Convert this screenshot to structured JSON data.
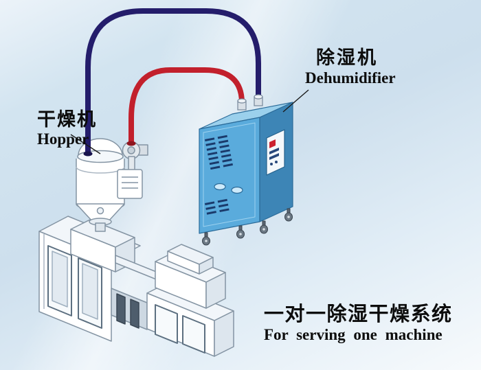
{
  "labels": {
    "hopper": {
      "cn": "干燥机",
      "en": "Hopper"
    },
    "dehumidifier": {
      "cn": "除湿机",
      "en": "Dehumidifier"
    },
    "caption": {
      "cn": "一对一除湿干燥系统",
      "en": "For serving one machine"
    }
  },
  "colors": {
    "pipe_red": "#c2202c",
    "pipe_navy": "#241d6b",
    "cabinet_front": "#5aabdc",
    "cabinet_side": "#3d85b6",
    "cabinet_top": "#9bd0ec",
    "louver": "#1a3a6b",
    "machine_line": "#8494a3",
    "text": "#0d0d0d"
  }
}
